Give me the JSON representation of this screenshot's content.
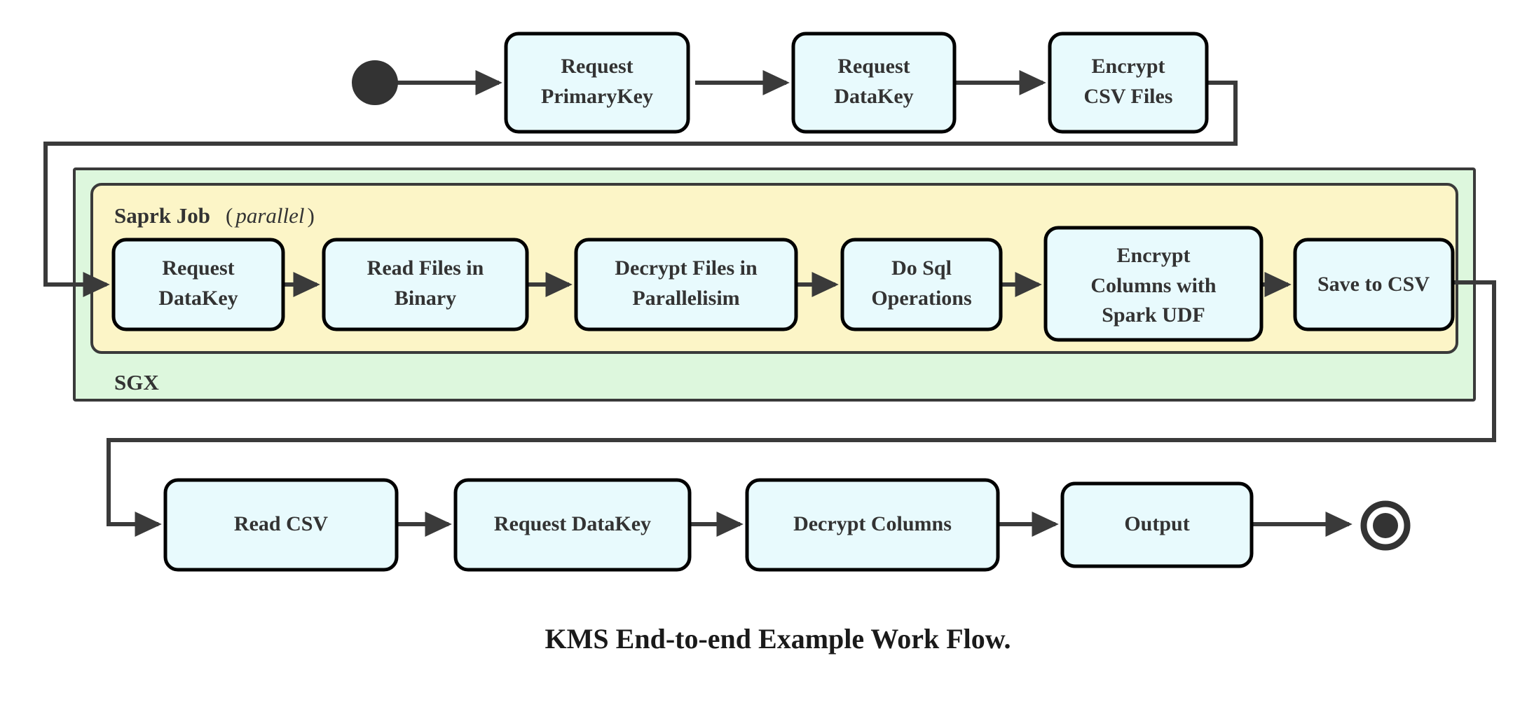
{
  "diagram": {
    "caption": "KMS End-to-end Example Work Flow.",
    "colors": {
      "node_fill": "#e8fafd",
      "node_stroke": "#000000",
      "sgx_group_fill": "#ddf7dd",
      "spark_group_fill": "#fcf5c7",
      "group_stroke": "#3a3a3a",
      "edge": "#3a3a3a",
      "marker": "#333333",
      "text": "#333333"
    },
    "markers": {
      "start_label": "start-node",
      "end_label": "end-node"
    },
    "groups": {
      "outer": {
        "label": "SGX"
      },
      "inner": {
        "label_bold": "Saprk Job",
        "label_paren_open": "(",
        "label_italic": "parallel",
        "label_paren_close": ")"
      }
    },
    "rows": {
      "top": [
        {
          "id": "request-primarykey",
          "line1": "Request",
          "line2": "PrimaryKey"
        },
        {
          "id": "request-datakey-top",
          "line1": "Request",
          "line2": "DataKey"
        },
        {
          "id": "encrypt-csv-files",
          "line1": "Encrypt",
          "line2": "CSV Files"
        }
      ],
      "middle": [
        {
          "id": "request-datakey-spark",
          "line1": "Request",
          "line2": "DataKey",
          "line3": ""
        },
        {
          "id": "read-files-in-binary",
          "line1": "Read Files in",
          "line2": "Binary",
          "line3": ""
        },
        {
          "id": "decrypt-files-in-parallelisim",
          "line1": "Decrypt Files in",
          "line2": "Parallelisim",
          "line3": ""
        },
        {
          "id": "do-sql-operations",
          "line1": "Do Sql",
          "line2": "Operations",
          "line3": ""
        },
        {
          "id": "encrypt-columns-with-spark-udf",
          "line1": "Encrypt",
          "line2": "Columns with",
          "line3": "Spark UDF"
        },
        {
          "id": "save-to-csv",
          "line1": "Save to CSV",
          "line2": "",
          "line3": ""
        }
      ],
      "bottom": [
        {
          "id": "read-csv",
          "line1": "Read CSV"
        },
        {
          "id": "request-datakey-bottom",
          "line1": "Request DataKey"
        },
        {
          "id": "decrypt-columns",
          "line1": "Decrypt Columns"
        },
        {
          "id": "output",
          "line1": "Output"
        }
      ]
    }
  }
}
